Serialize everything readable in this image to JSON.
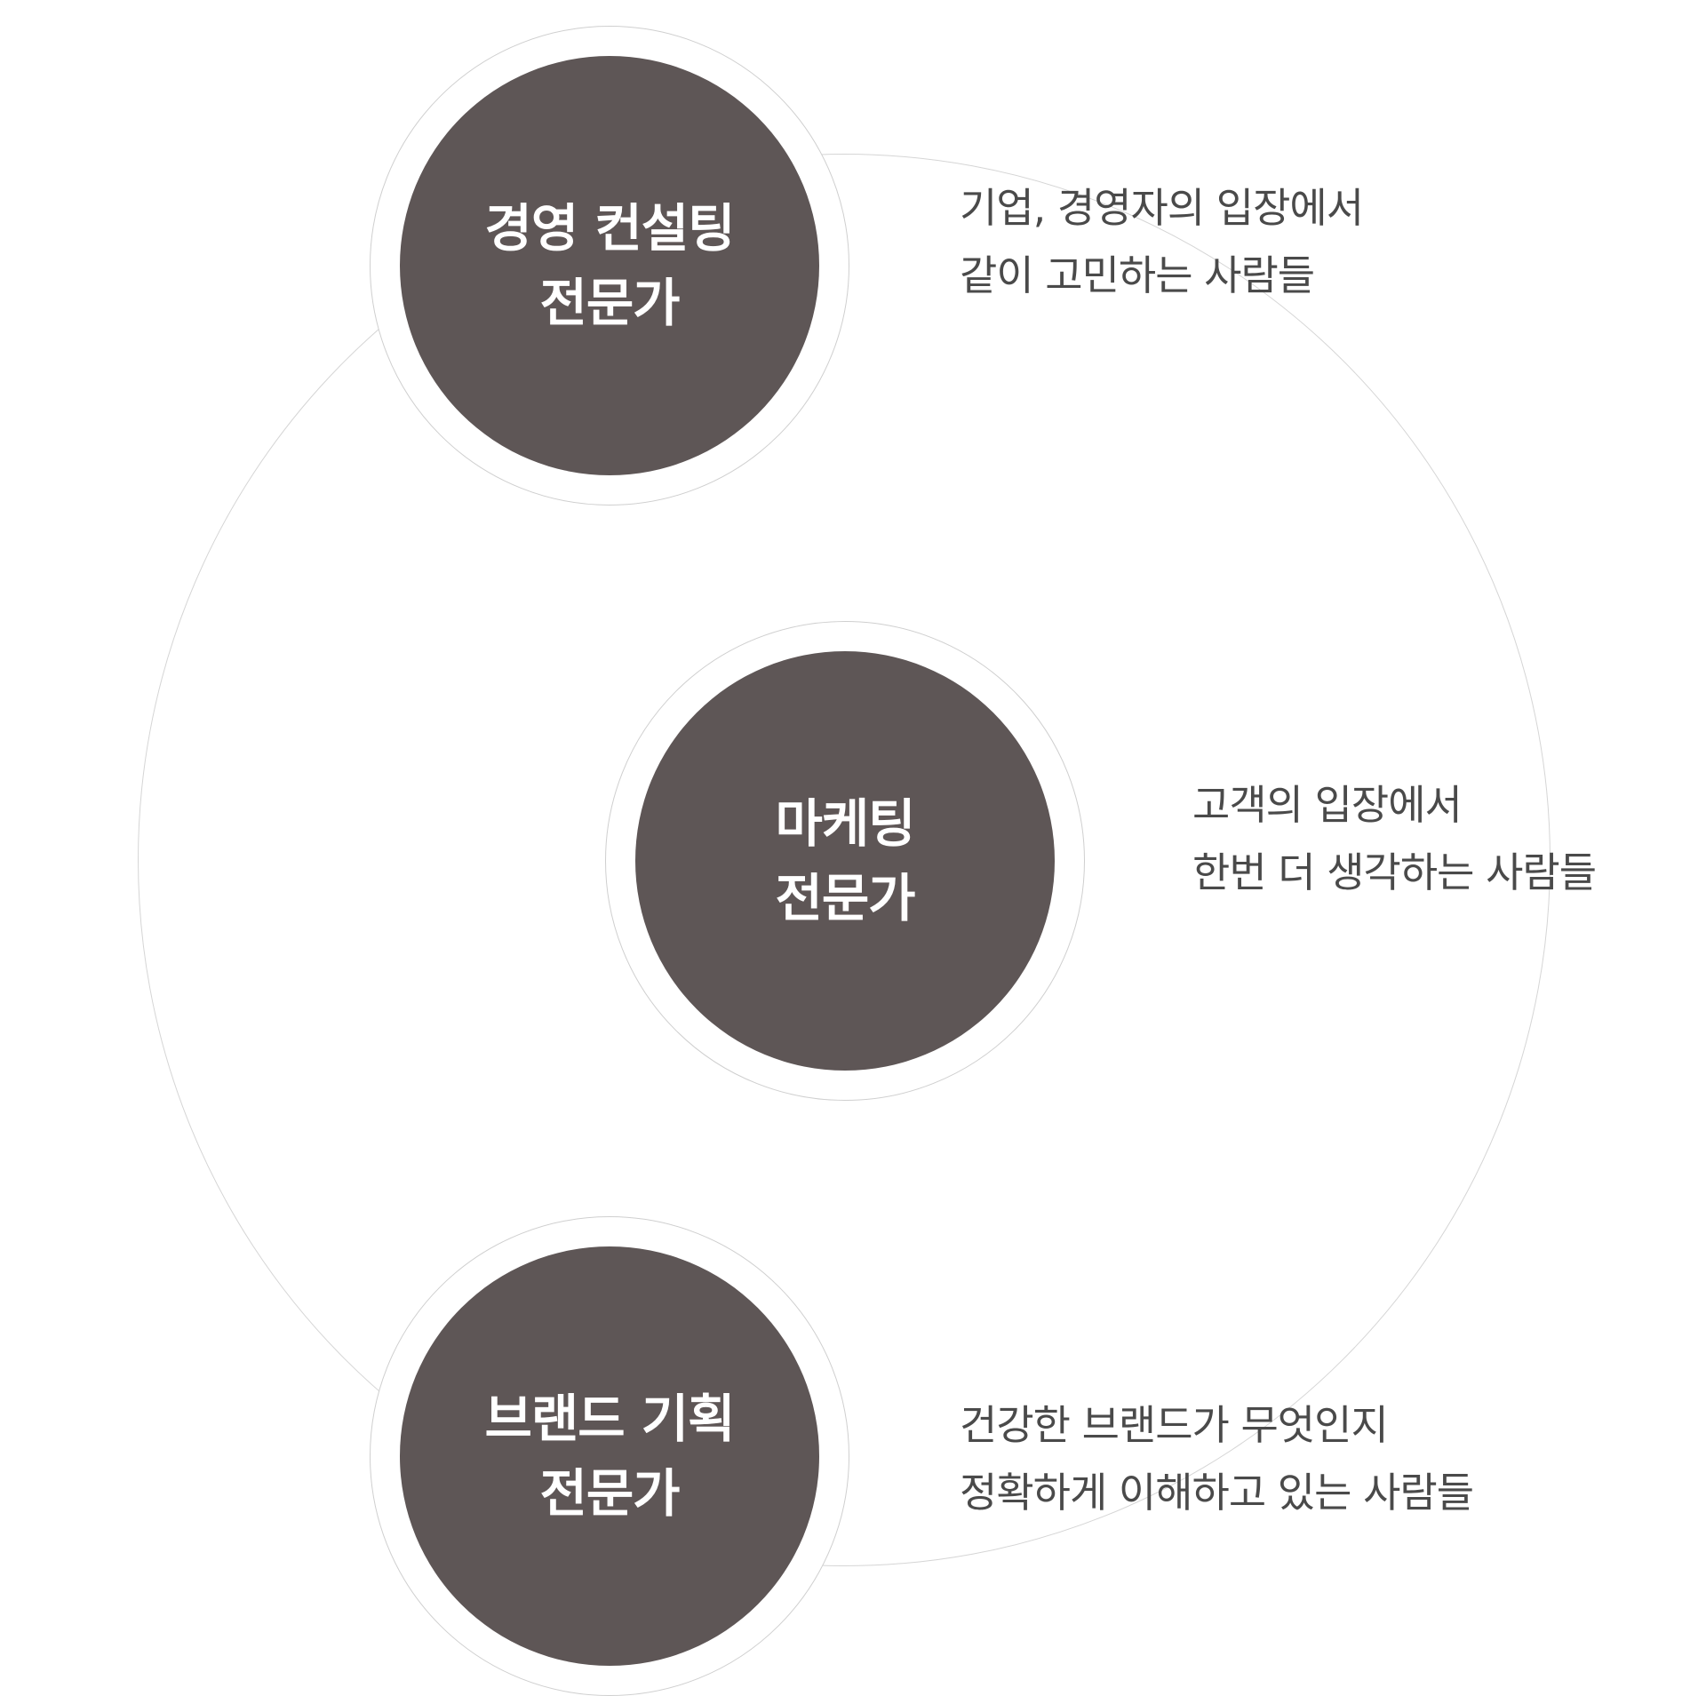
{
  "nodes": [
    {
      "title_lines": [
        "경영 컨설팅",
        "전문가"
      ],
      "description_lines": [
        "기업, 경영자의 입장에서",
        "같이 고민하는 사람들"
      ]
    },
    {
      "title_lines": [
        "마케팅",
        "전문가"
      ],
      "description_lines": [
        "고객의 입장에서",
        "한번 더 생각하는 사람들"
      ]
    },
    {
      "title_lines": [
        "브랜드 기획",
        "전문가"
      ],
      "description_lines": [
        "건강한 브랜드가 무엇인지",
        "정확하게 이해하고 있는 사람들"
      ]
    }
  ],
  "colors": {
    "node_fill": "#5e5656",
    "node_text": "#ffffff",
    "description_text": "#4a4a4a",
    "ring_stroke": "#d5d5d5"
  }
}
